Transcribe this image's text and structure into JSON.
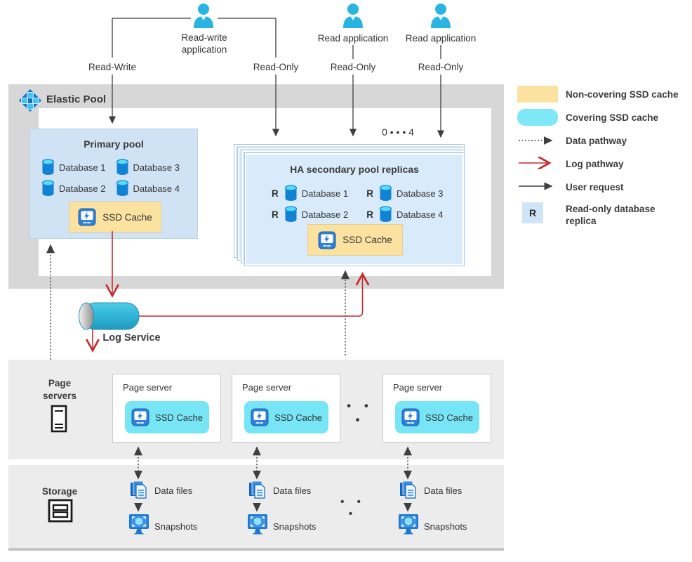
{
  "top": {
    "apps": [
      {
        "label": "Read-write application"
      },
      {
        "label": "Read application"
      },
      {
        "label": "Read application"
      }
    ],
    "arrow_labels": [
      "Read-Write",
      "Read-Only",
      "Read-Only",
      "Read-Only"
    ]
  },
  "elastic_pool": {
    "title": "Elastic Pool"
  },
  "primary_pool": {
    "title": "Primary pool",
    "databases": [
      "Database 1",
      "Database 2",
      "Database 3",
      "Database 4"
    ],
    "ssd_cache": "SSD Cache"
  },
  "ha_pool": {
    "title": "HA secondary pool replicas",
    "replica_range": "0 • • • 4",
    "replica_marker": "R",
    "databases": [
      "Database 1",
      "Database 2",
      "Database 3",
      "Database 4"
    ],
    "ssd_cache": "SSD Cache"
  },
  "log_service": {
    "label": "Log Service"
  },
  "page_servers": {
    "section_label": "Page servers",
    "ellipsis": "• • •",
    "cards": [
      {
        "title": "Page server",
        "ssd_cache": "SSD Cache"
      },
      {
        "title": "Page server",
        "ssd_cache": "SSD Cache"
      },
      {
        "title": "Page server",
        "ssd_cache": "SSD Cache"
      }
    ]
  },
  "storage": {
    "section_label": "Storage",
    "ellipsis": "• • •",
    "columns": [
      {
        "data_files": "Data files",
        "snapshots": "Snapshots"
      },
      {
        "data_files": "Data files",
        "snapshots": "Snapshots"
      },
      {
        "data_files": "Data files",
        "snapshots": "Snapshots"
      }
    ]
  },
  "legend": {
    "items": [
      {
        "label": "Non-covering SSD cache"
      },
      {
        "label": "Covering SSD cache"
      },
      {
        "label": "Data pathway"
      },
      {
        "label": "Log pathway"
      },
      {
        "label": "User request"
      },
      {
        "label": "Read-only database replica",
        "badge": "R"
      }
    ]
  },
  "icons": {
    "user": "person-icon",
    "elastic_pool": "elastic-pool-icon",
    "database": "database-cylinder-icon",
    "ssd": "ssd-lightning-icon",
    "log_service": "pipe-cylinder-icon",
    "page_server": "server-tower-icon",
    "storage": "storage-drawer-icon",
    "data_files": "data-files-icon",
    "snapshots": "snapshots-monitor-icon"
  },
  "colors": {
    "non_covering_cache": "#fbe2a1",
    "covering_cache": "#76e5f5",
    "log_pathway": "#c22f2e",
    "user_request": "#3f3f3f",
    "primary_pool_fill": "#cfe3f4",
    "ha_pool_fill": "#d9ebfa",
    "section_band": "#ececec",
    "elastic_pool_frame": "#d7d7d7",
    "person": "#29b4e2",
    "database_blue": "#1282d4",
    "replica_badge_fill": "#cfe4f6"
  }
}
